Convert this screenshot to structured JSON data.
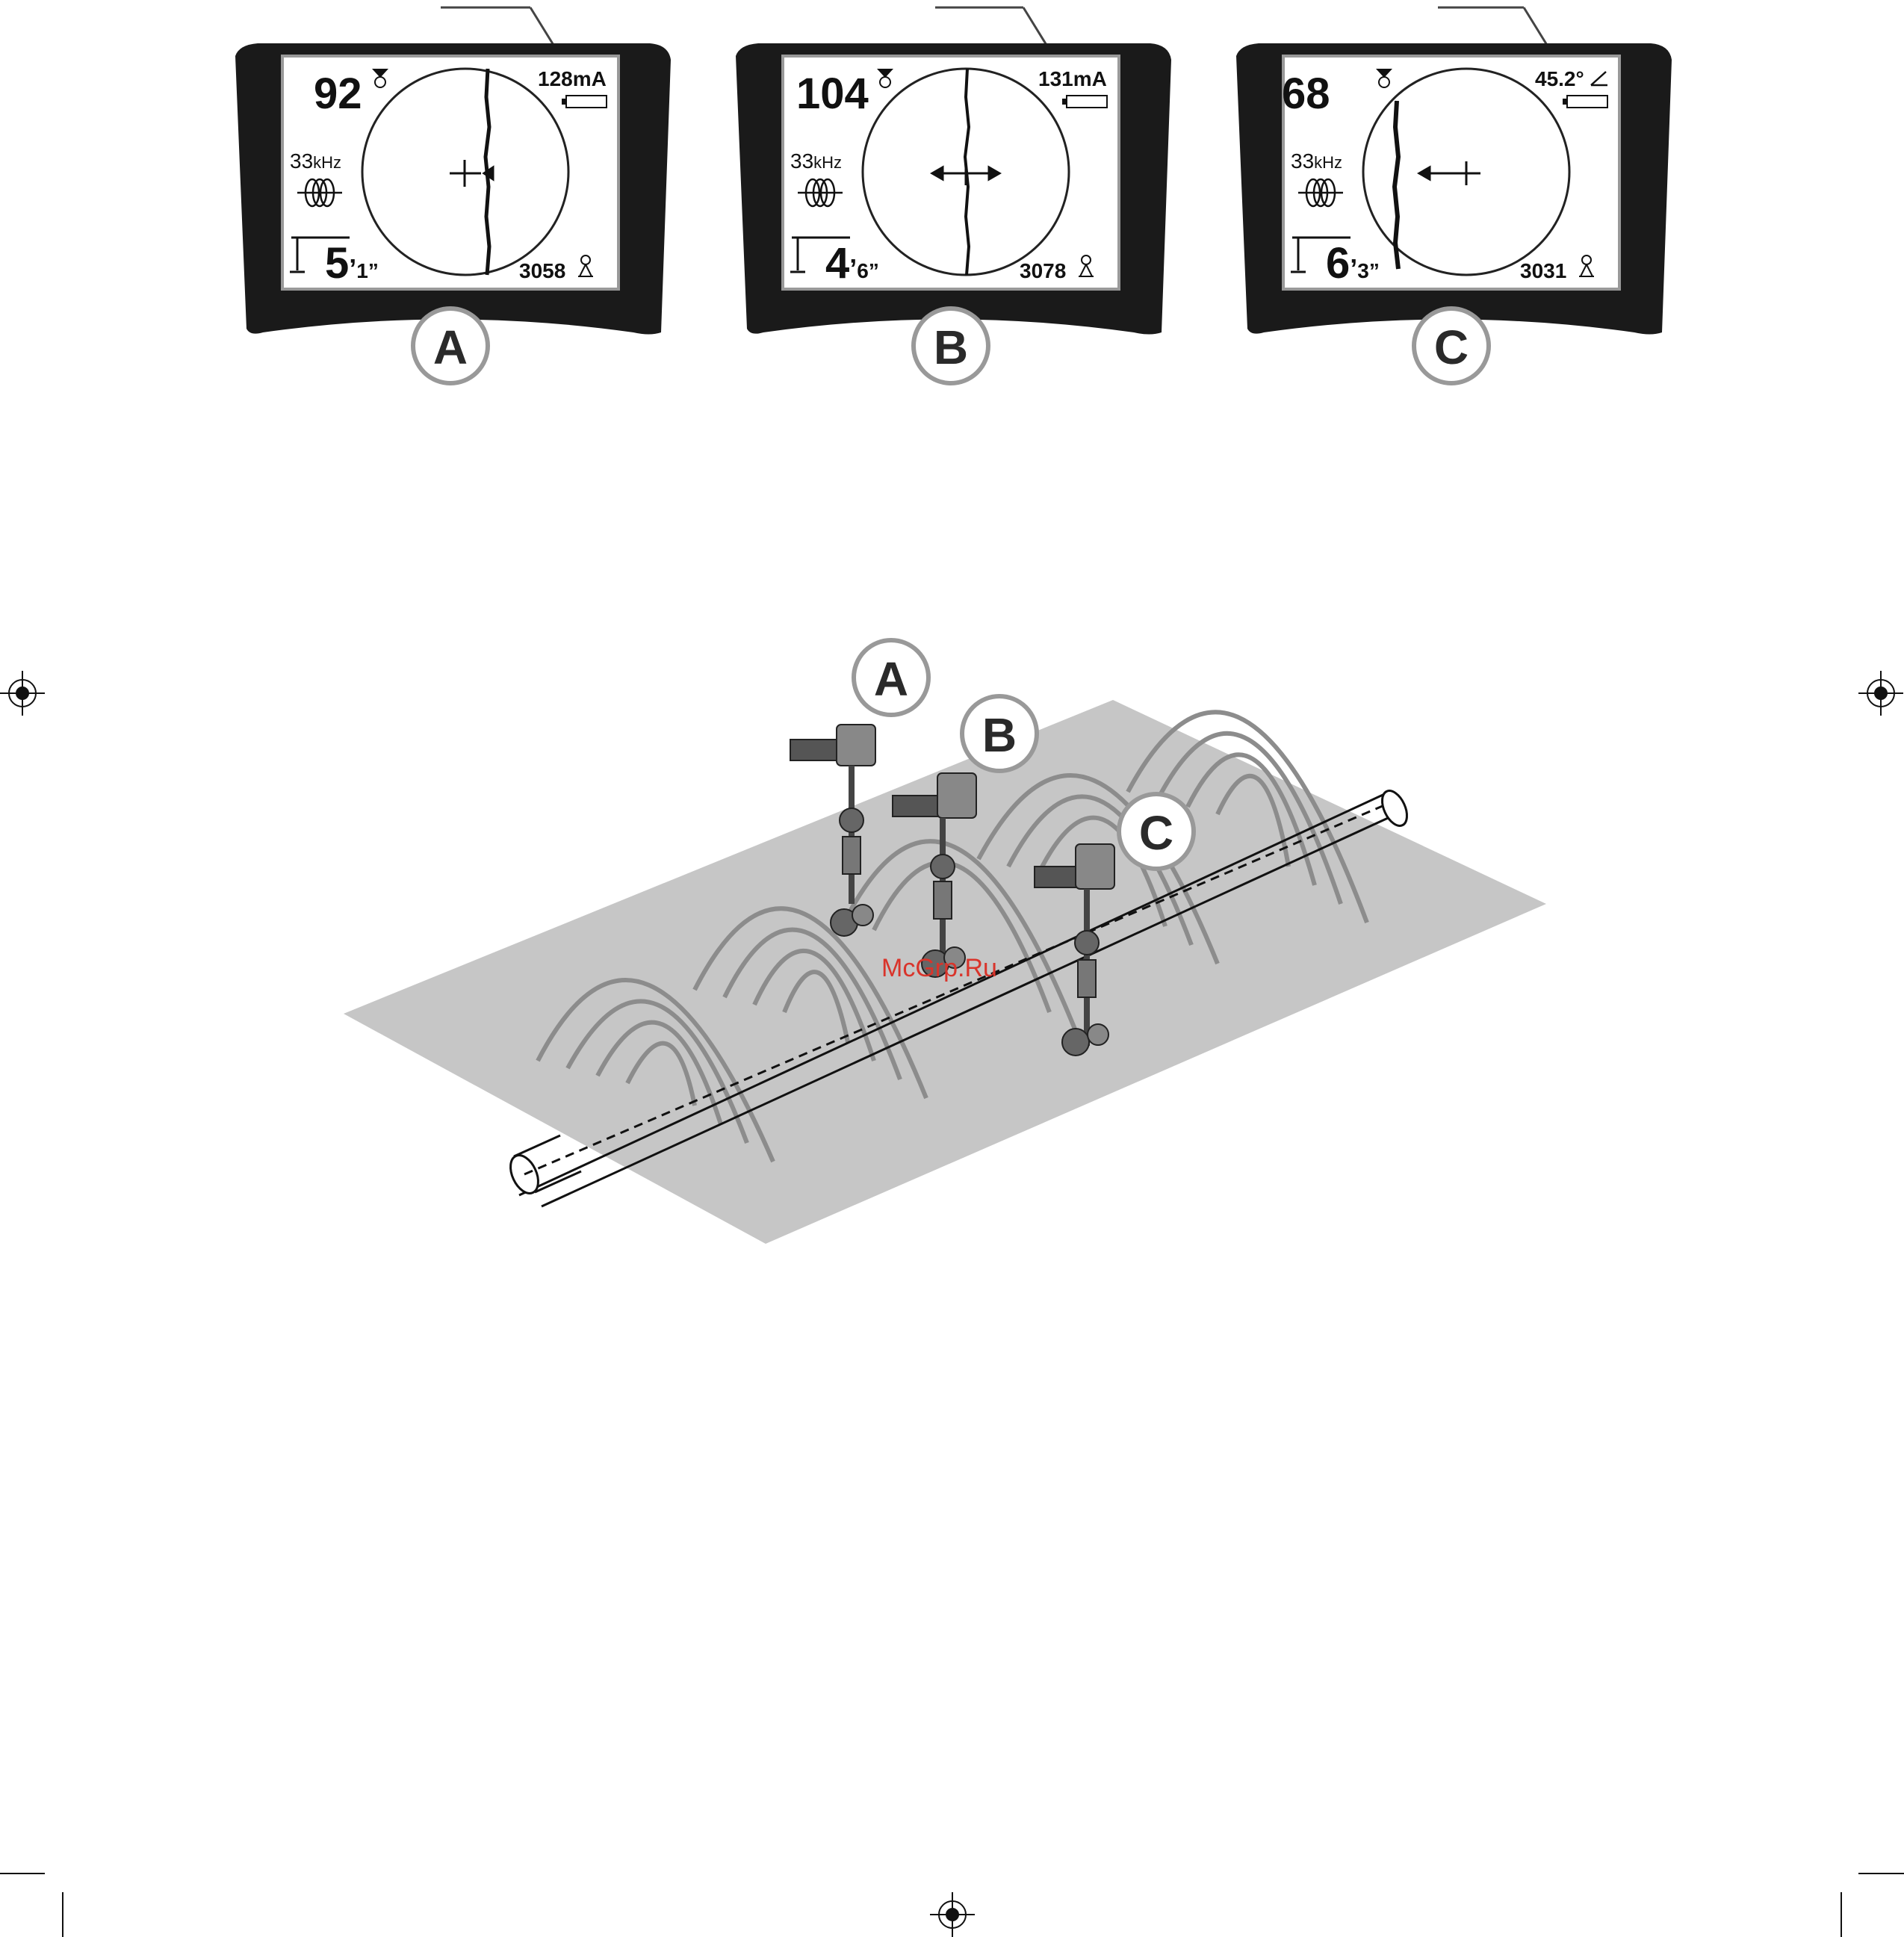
{
  "screens": [
    {
      "id": "A",
      "signal_strength": "92",
      "current": "128",
      "current_unit": "mA",
      "frequency": "33",
      "frequency_unit": "kHz",
      "depth_feet": "5",
      "depth_feet_mark": "’",
      "depth_inches": "1”",
      "gain": "3058",
      "guidance": "centered"
    },
    {
      "id": "B",
      "signal_strength": "104",
      "current": "131",
      "current_unit": "mA",
      "frequency": "33",
      "frequency_unit": "kHz",
      "depth_feet": "4",
      "depth_feet_mark": "’",
      "depth_inches": "6”",
      "gain": "3078",
      "guidance": "both-directions"
    },
    {
      "id": "C",
      "signal_strength": "68",
      "current": "45.2°",
      "current_unit": "",
      "frequency": "33",
      "frequency_unit": "kHz",
      "depth_feet": "6",
      "depth_feet_mark": "’",
      "depth_inches": "3”",
      "gain": "3031",
      "guidance": "left"
    }
  ],
  "scene_labels": [
    "A",
    "B",
    "C"
  ],
  "watermark": "McGrp.Ru",
  "colors": {
    "bezel": "#1a1a1a",
    "screen": "#ffffff",
    "ground": "#c6c6c6",
    "field_lines": "#8c8c8c",
    "watermark": "#d9342b"
  }
}
